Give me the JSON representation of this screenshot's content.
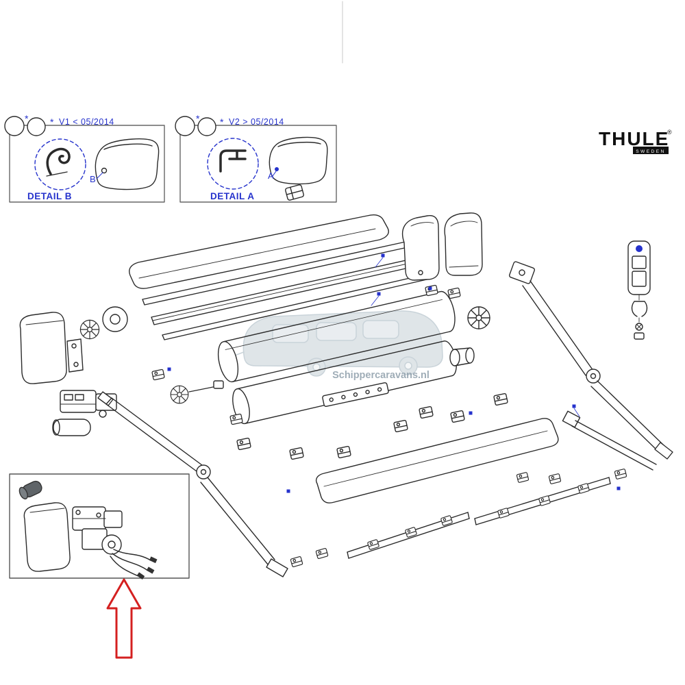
{
  "page": {
    "background": "#ffffff"
  },
  "colors": {
    "accent_blue": "#2532cc",
    "diagram_line": "#2b2b2b",
    "box_border": "#666666",
    "arrow_red": "#d42020",
    "watermark_fill": "#c6d0d7",
    "watermark_text": "#8899a6"
  },
  "detail_box_b": {
    "title": "DETAIL B",
    "star_a": "*",
    "star_b": "*",
    "version_note": "V1 < 05/2014",
    "callout_letter": "B"
  },
  "detail_box_a": {
    "title": "DETAIL A",
    "star_a": "*",
    "star_b": "*",
    "version_note": "V2 > 05/2014",
    "callout_letter": "A"
  },
  "brand": {
    "wordmark": "THULE",
    "registered": "®",
    "country": "SWEDEN"
  },
  "watermark": {
    "site": "Schippercaravans.nl"
  }
}
